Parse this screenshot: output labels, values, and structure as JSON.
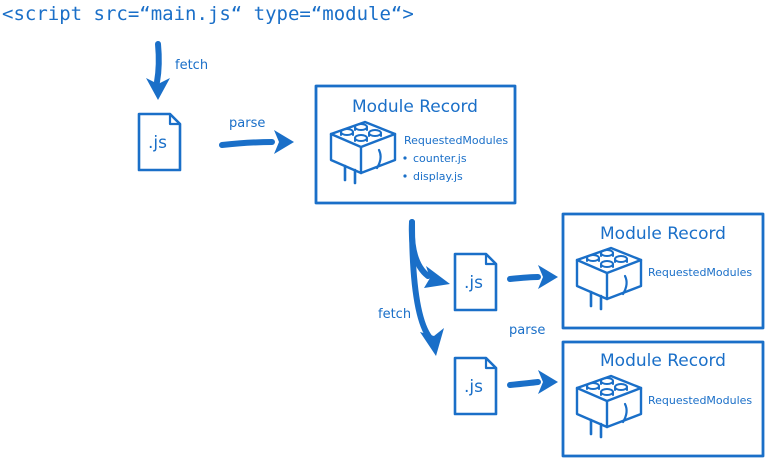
{
  "script_tag": "<script  src=“main.js“  type=“module“>",
  "labels": {
    "fetch_top": "fetch",
    "parse_top": "parse",
    "fetch_lower": "fetch",
    "parse_lower": "parse"
  },
  "files": [
    {
      "label": ".js"
    },
    {
      "label": ".js"
    },
    {
      "label": ".js"
    }
  ],
  "records": [
    {
      "title": "Module Record",
      "requested_label": "RequestedModules",
      "items": [
        "counter.js",
        "display.js"
      ]
    },
    {
      "title": "Module Record",
      "requested_label": "RequestedModules",
      "items": []
    },
    {
      "title": "Module Record",
      "requested_label": "RequestedModules",
      "items": []
    }
  ],
  "colors": {
    "ink": "#1a6fc8",
    "background": "#ffffff"
  }
}
